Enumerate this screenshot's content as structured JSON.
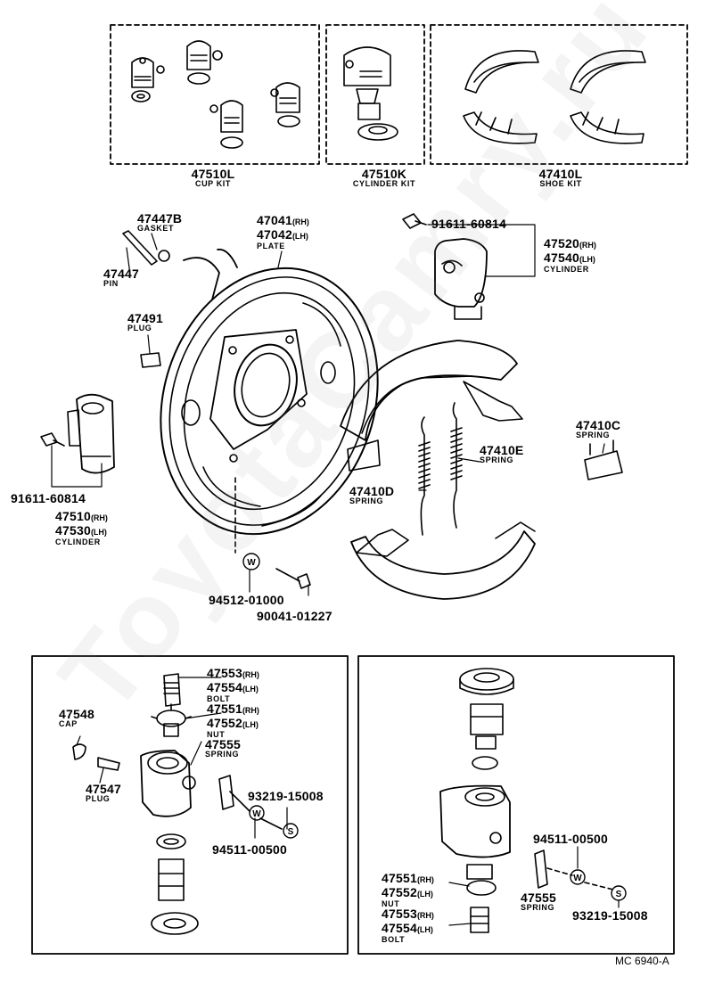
{
  "watermark": "ToyotaCamry.ru",
  "diagram_code": "MC 6940-A",
  "kits": {
    "cup": {
      "part": "47510L",
      "caption": "CUP KIT"
    },
    "cylinder": {
      "part": "47510K",
      "caption": "CYLINDER KIT"
    },
    "shoe": {
      "part": "47410L",
      "caption": "SHOE KIT"
    }
  },
  "parts": {
    "gasket": {
      "part": "47447B",
      "caption": "GASKET"
    },
    "pin": {
      "part": "47447",
      "caption": "PIN"
    },
    "plug_main": {
      "part": "47491",
      "caption": "PLUG"
    },
    "plate": {
      "part_rh": "47041",
      "sfx_rh": "(RH)",
      "part_lh": "47042",
      "sfx_lh": "(LH)",
      "caption": "PLATE"
    },
    "bolt_top": {
      "part": "91611-60814"
    },
    "cyl_right": {
      "part_rh": "47520",
      "sfx_rh": "(RH)",
      "part_lh": "47540",
      "sfx_lh": "(LH)",
      "caption": "CYLINDER"
    },
    "bolt_left": {
      "part": "91611-60814"
    },
    "cyl_left": {
      "part_rh": "47510",
      "sfx_rh": "(RH)",
      "part_lh": "47530",
      "sfx_lh": "(LH)",
      "caption": "CYLINDER"
    },
    "spring_c": {
      "part": "47410C",
      "caption": "SPRING"
    },
    "spring_e": {
      "part": "47410E",
      "caption": "SPRING"
    },
    "spring_d": {
      "part": "47410D",
      "caption": "SPRING"
    },
    "washer_main": {
      "part": "94512-01000"
    },
    "bolt_main": {
      "part": "90041-01227"
    }
  },
  "detail_left": {
    "bolt": {
      "part_rh": "47553",
      "sfx_rh": "(RH)",
      "part_lh": "47554",
      "sfx_lh": "(LH)",
      "caption": "BOLT"
    },
    "nut": {
      "part_rh": "47551",
      "sfx_rh": "(RH)",
      "part_lh": "47552",
      "sfx_lh": "(LH)",
      "caption": "NUT"
    },
    "spring": {
      "part": "47555",
      "caption": "SPRING"
    },
    "cap": {
      "part": "47548",
      "caption": "CAP"
    },
    "plug": {
      "part": "47547",
      "caption": "PLUG"
    },
    "clip": {
      "part": "93219-15008"
    },
    "washer": {
      "part": "94511-00500"
    }
  },
  "detail_right": {
    "washer": {
      "part": "94511-00500"
    },
    "nut": {
      "part_rh": "47551",
      "sfx_rh": "(RH)",
      "part_lh": "47552",
      "sfx_lh": "(LH)",
      "caption": "NUT"
    },
    "spring": {
      "part": "47555",
      "caption": "SPRING"
    },
    "bolt": {
      "part_rh": "47553",
      "sfx_rh": "(RH)",
      "part_lh": "47554",
      "sfx_lh": "(LH)",
      "caption": "BOLT"
    },
    "clip": {
      "part": "93219-15008"
    }
  },
  "symbols": {
    "washer": "W",
    "clip": "S"
  }
}
